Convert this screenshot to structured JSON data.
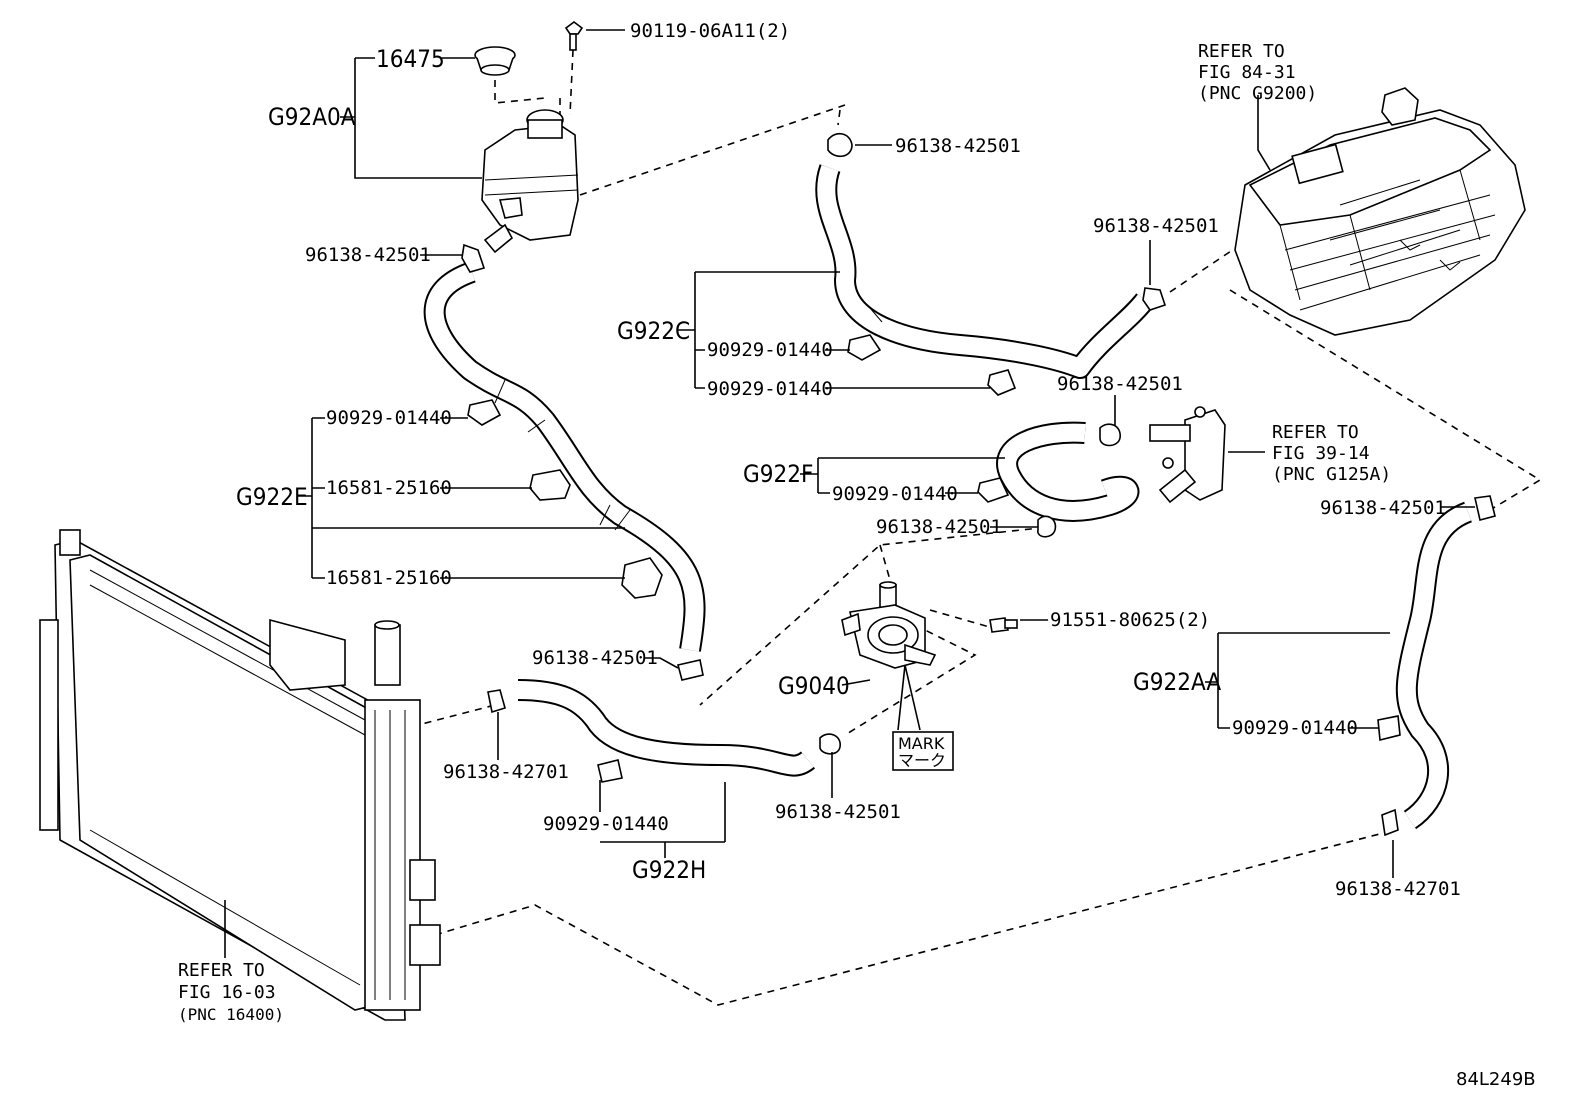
{
  "figure_id": "84L249B",
  "callouts": {
    "p16475": "16475",
    "p90119": "90119-06A11(2)",
    "g92a0a": "G92A0A",
    "clamp_reservoir": "96138-42501",
    "clamp_top": "96138-42501",
    "g922c": "G922C",
    "g922c_clip1": "90929-01440",
    "g922c_clip2": "90929-01440",
    "clamp_inverter": "96138-42501",
    "g922e_clip": "90929-01440",
    "g922e_bracket1": "16581-25160",
    "g922e": "G922E",
    "g922e_bracket2": "16581-25160",
    "clamp_center": "96138-42501",
    "g922f": "G922F",
    "g922f_clip": "90929-01440",
    "clamp_pump_in": "96138-42501",
    "clamp_g922e_end": "96138-42501",
    "p91551": "91551-80625(2)",
    "g9040": "G9040",
    "g922aa": "G922AA",
    "g922aa_clip": "90929-01440",
    "clamp_right_top": "96138-42501",
    "clamp_right_bottom": "96138-42701",
    "clamp_radiator": "96138-42701",
    "g922h_clip": "90929-01440",
    "g922h": "G922H",
    "clamp_pump_out": "96138-42501"
  },
  "mark": {
    "en": "MARK",
    "jp": "マーク"
  },
  "refs": {
    "inverter": [
      "REFER TO",
      "FIG 84-31",
      "(PNC G9200)"
    ],
    "cooler": [
      "REFER TO",
      "FIG 39-14",
      "(PNC G125A)"
    ],
    "radiator": [
      "REFER TO",
      "FIG 16-03",
      "(PNC 16400)"
    ]
  },
  "icons": [
    "reservoir-cap-icon",
    "bolt-icon",
    "reservoir-tank-icon",
    "hose-clamp-icon",
    "hose-clip-icon",
    "bracket-icon",
    "water-pump-icon",
    "inverter-icon",
    "cooler-valve-icon",
    "radiator-icon"
  ]
}
